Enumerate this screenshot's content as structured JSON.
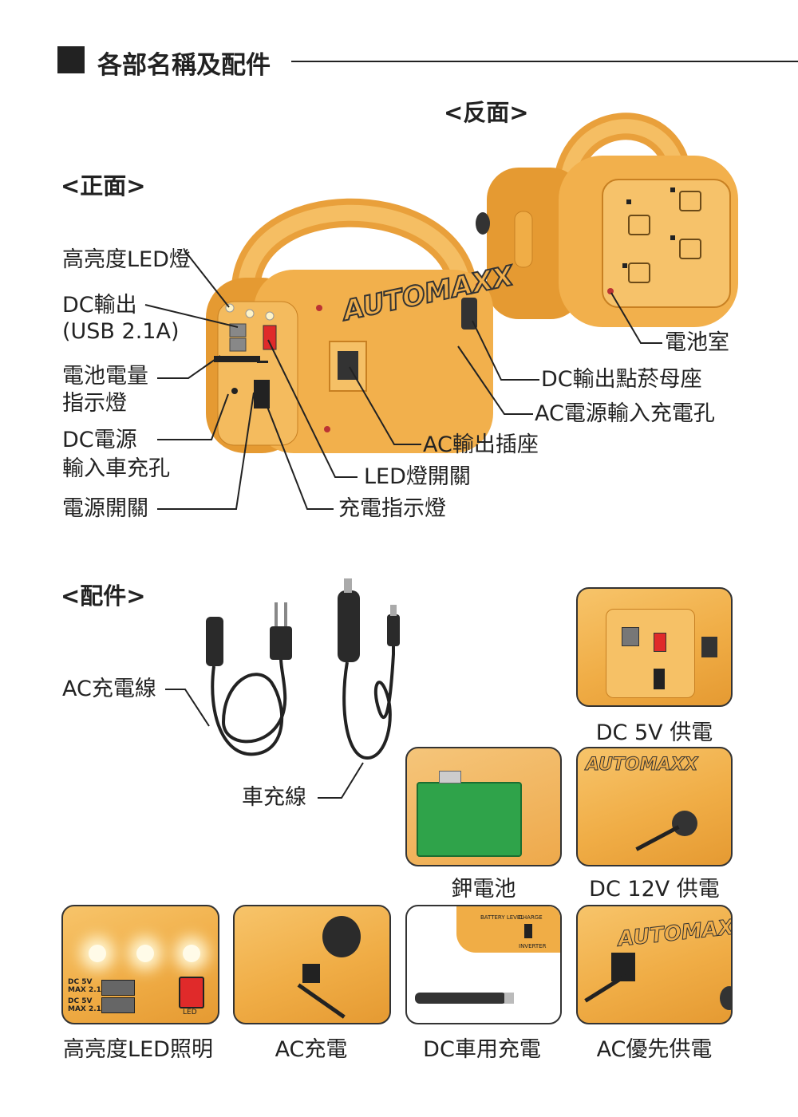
{
  "header": {
    "title": "各部名稱及配件"
  },
  "sections": {
    "back": "<反面>",
    "front": "<正面>",
    "accessories": "<配件>"
  },
  "brand": "AUTOMAXX",
  "front_labels": {
    "led_light": "高亮度LED燈",
    "dc_out_1": "DC輸出",
    "dc_out_2": "(USB 2.1A)",
    "battery_ind_1": "電池電量",
    "battery_ind_2": "指示燈",
    "dc_in_1": "DC電源",
    "dc_in_2": "輸入車充孔",
    "power_switch": "電源開關",
    "led_switch": "LED燈開關",
    "charge_ind": "充電指示燈",
    "ac_outlet": "AC輸出插座",
    "ac_input": "AC電源輸入充電孔",
    "dc_cig": "DC輸出點菸母座",
    "battery_bay": "電池室"
  },
  "accessory_labels": {
    "ac_cable": "AC充電線",
    "car_cable": "車充線"
  },
  "captions": {
    "dc5v": "DC 5V 供電",
    "battery": "鉀電池",
    "dc12v": "DC 12V 供電",
    "led": "高亮度LED照明",
    "ac_charge": "AC充電",
    "dc_car": "DC車用充電",
    "ac_priority": "AC優先供電"
  },
  "panel_text": {
    "dc5v_a": "DC 5V",
    "max_a": "MAX 2.1A",
    "dc5v_b": "DC 5V",
    "max_b": "MAX 2.1A",
    "led": "LED",
    "battery_level": "BATTERY LEVEL",
    "charge": "CHARGE",
    "inverter": "INVERTER"
  },
  "colors": {
    "body_orange": "#f0ad46",
    "body_dark": "#d98e2c",
    "battery_green": "#2fa34a",
    "switch_red": "#e02a2a"
  }
}
